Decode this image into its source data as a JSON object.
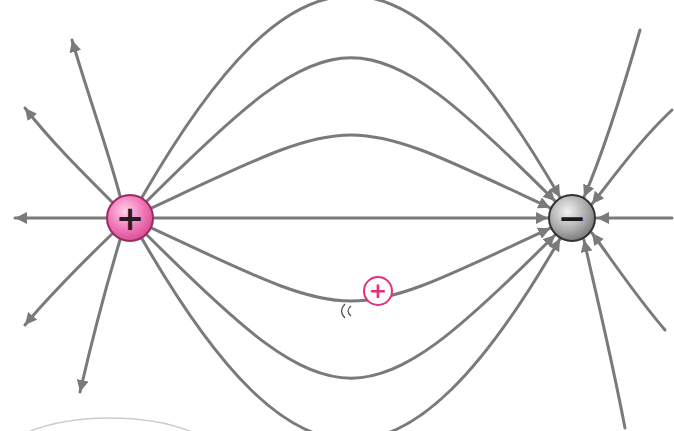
{
  "diagram": {
    "nodes": [
      {
        "text": [
          "+"
        ]
      },
      {
        "text": [
          "−"
        ]
      },
      {
        "text": [
          "+"
        ]
      }
    ],
    "edges": [
      {
        "from": 0,
        "to": 1,
        "arrow": "to"
      },
      {
        "from": 0,
        "to": 1,
        "arrow": "to"
      },
      {
        "from": 0,
        "to": 1,
        "arrow": "to"
      },
      {
        "from": 0,
        "to": 1,
        "arrow": "to"
      },
      {
        "from": 0,
        "to": 1,
        "arrow": "to"
      },
      {
        "from": 0,
        "to": 1,
        "arrow": "to"
      },
      {
        "from": 0,
        "to": 1,
        "arrow": "to"
      }
    ]
  }
}
